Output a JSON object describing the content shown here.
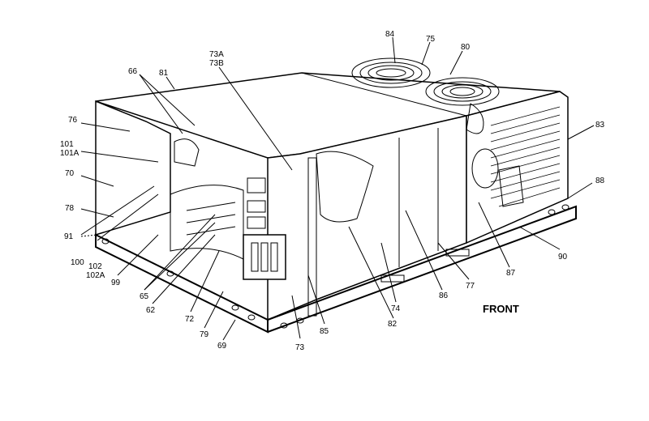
{
  "callouts": {
    "c84": "84",
    "c75": "75",
    "c80": "80",
    "c73a": "73A",
    "c73b": "73B",
    "c66": "66",
    "c81": "81",
    "c76": "76",
    "c101": "101",
    "c101a": "101A",
    "c70": "70",
    "c78": "78",
    "c91": "91",
    "c100": "100",
    "c102": "102",
    "c102a": "102A",
    "c99": "99",
    "c65": "65",
    "c62": "62",
    "c72": "72",
    "c79": "79",
    "c69": "69",
    "c73": "73",
    "c85": "85",
    "c82": "82",
    "c74": "74",
    "c86": "86",
    "c77": "77",
    "c87": "87",
    "c90": "90",
    "c88": "88",
    "c83": "83"
  },
  "front_label": "FRONT"
}
